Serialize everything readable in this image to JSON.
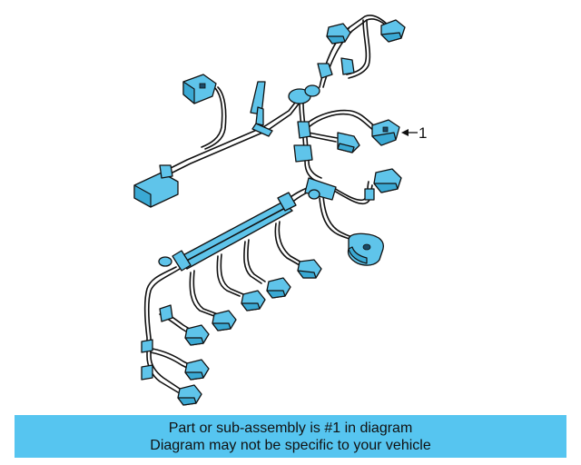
{
  "callout": {
    "label": "1"
  },
  "caption": {
    "line1": "Part or sub-assembly is #1 in diagram",
    "line2": "Diagram may not be specific to your vehicle"
  },
  "colors": {
    "part_fill": "#5fc4ea",
    "caption_background": "#56c5f0",
    "line": "#111111"
  }
}
